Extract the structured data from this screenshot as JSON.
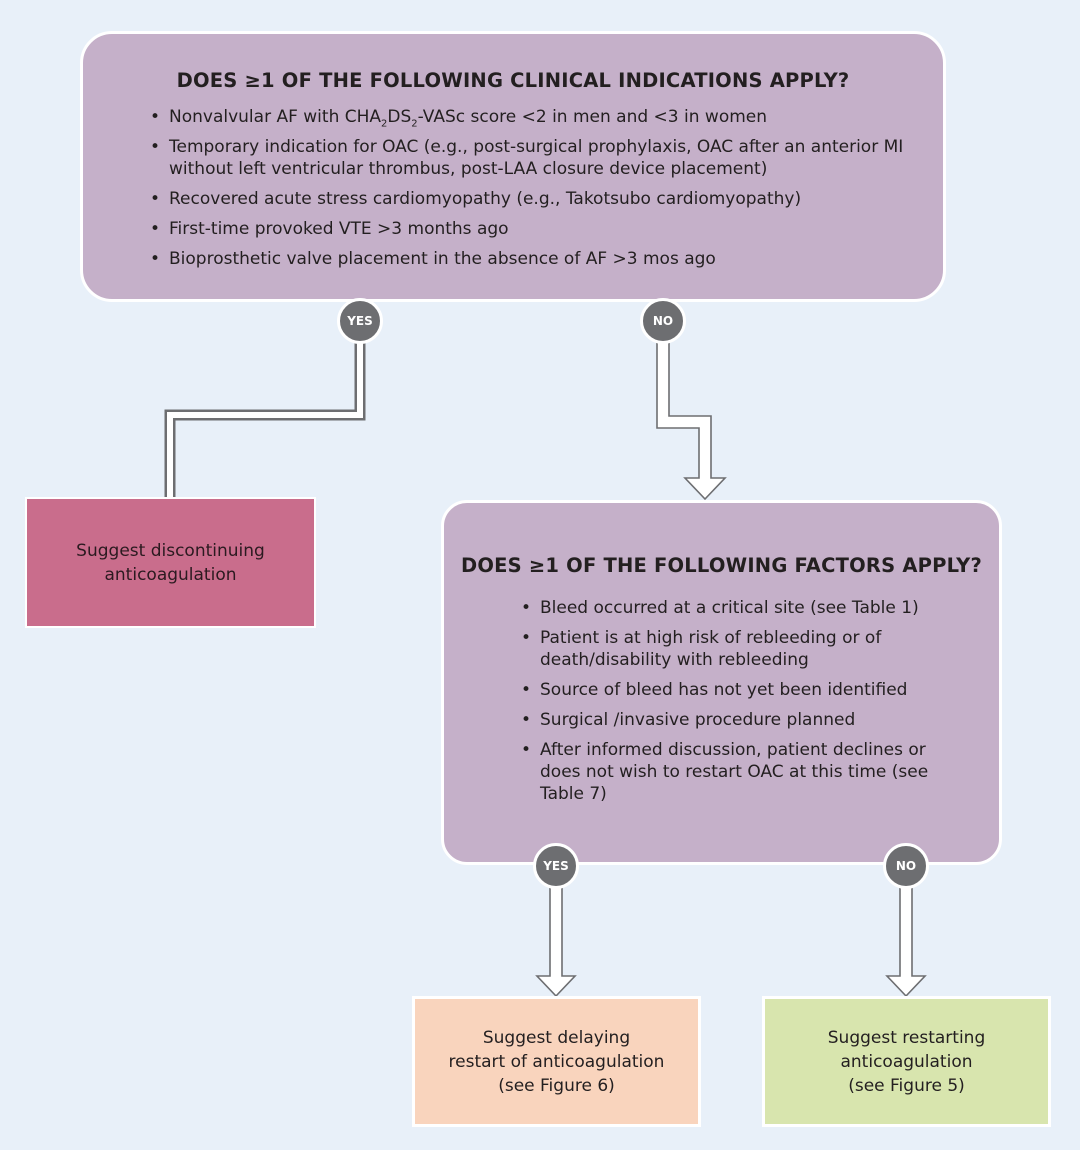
{
  "question1": {
    "title": "DOES ≥1 OF THE FOLLOWING CLINICAL INDICATIONS APPLY?",
    "items": [
      {
        "pre": "Nonvalvular AF with CHA",
        "sub1": "2",
        "mid": "DS",
        "sub2": "2",
        "post": "-VASc score <2 in men and <3 in women"
      },
      {
        "text": "Temporary indication for OAC (e.g., post-surgical prophylaxis, OAC after an anterior MI without left ventricular thrombus, post-LAA closure device placement)"
      },
      {
        "text": "Recovered acute stress cardiomyopathy (e.g., Takotsubo cardiomyopathy)"
      },
      {
        "text": "First-time provoked VTE >3 months ago"
      },
      {
        "text": "Bioprosthetic valve placement in the absence of AF >3 mos ago"
      }
    ]
  },
  "question2": {
    "title": "DOES ≥1 OF THE FOLLOWING FACTORS APPLY?",
    "items": [
      "Bleed occurred at a critical site (see Table 1)",
      "Patient is at high risk of rebleeding or of death/disability with rebleeding",
      "Source of bleed has not yet been identified",
      "Surgical /invasive procedure planned",
      "After informed discussion, patient declines or does not wish to restart OAC at this time (see Table 7)"
    ]
  },
  "badges": {
    "yes": "YES",
    "no": "NO"
  },
  "outcomes": {
    "discontinue": "Suggest discontinuing\nanticoagulation",
    "delay": "Suggest delaying\nrestart of anticoagulation\n(see Figure 6)",
    "restart": "Suggest restarting\nanticoagulation\n(see Figure 5)"
  },
  "colors": {
    "question_fill": "#c5b0c9",
    "discontinue_fill": "#c96d8c",
    "delay_fill": "#f9d4bd",
    "restart_fill": "#d8e5ae",
    "badge_fill": "#6d6e71",
    "background": "#e8f0f9"
  }
}
